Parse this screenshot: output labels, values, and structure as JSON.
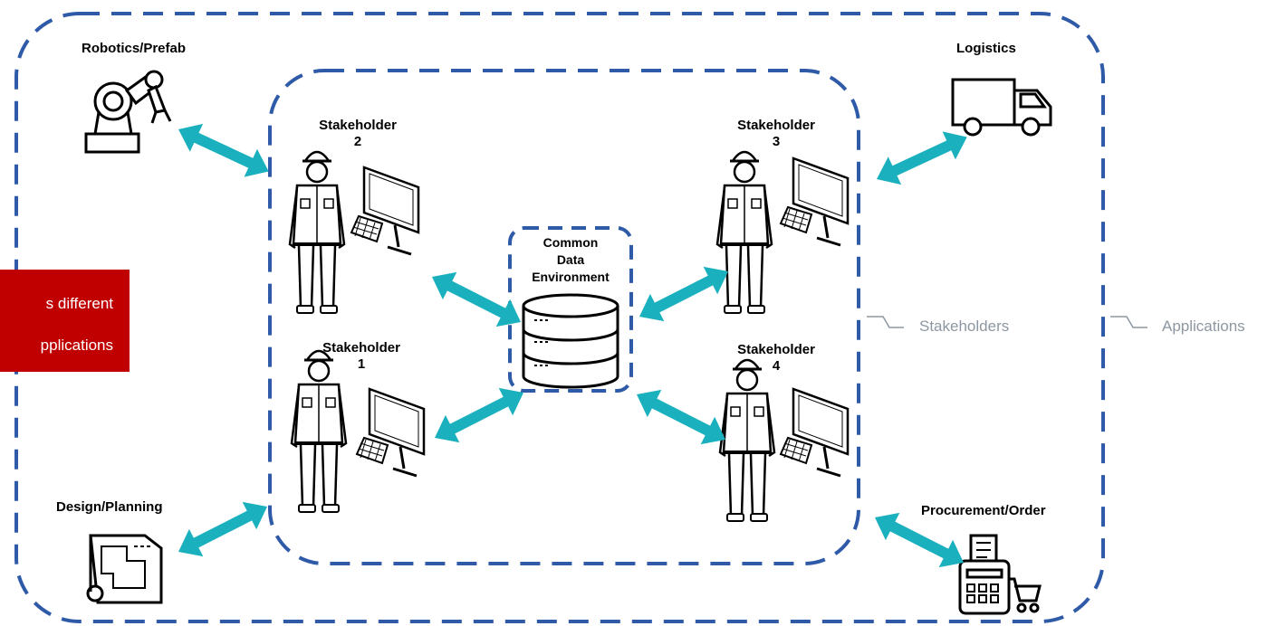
{
  "applications": {
    "robotics": "Robotics/Prefab",
    "logistics": "Logistics",
    "design": "Design/Planning",
    "procurement": "Procurement/Order"
  },
  "stakeholders": {
    "s2": {
      "label": "Stakeholder",
      "number": "2"
    },
    "s3": {
      "label": "Stakeholder",
      "number": "3"
    },
    "s1": {
      "label": "Stakeholder",
      "number": "1"
    },
    "s4": {
      "label": "Stakeholder",
      "number": "4"
    }
  },
  "cde": {
    "line1": "Common",
    "line2": "Data",
    "line3": "Environment"
  },
  "callouts": {
    "stakeholders": "Stakeholders",
    "applications": "Applications"
  },
  "overlay": {
    "line1": "s different",
    "line2": "pplications"
  },
  "colors": {
    "dash": "#2e5aa8",
    "arrow": "#1ab0be",
    "overlay_bg": "#c00000",
    "callout_text": "#8d97a1"
  },
  "icons": [
    "robot-arm-icon",
    "truck-icon",
    "blueprint-icon",
    "pos-terminal-icon",
    "worker-icon",
    "monitor-icon",
    "database-icon"
  ]
}
